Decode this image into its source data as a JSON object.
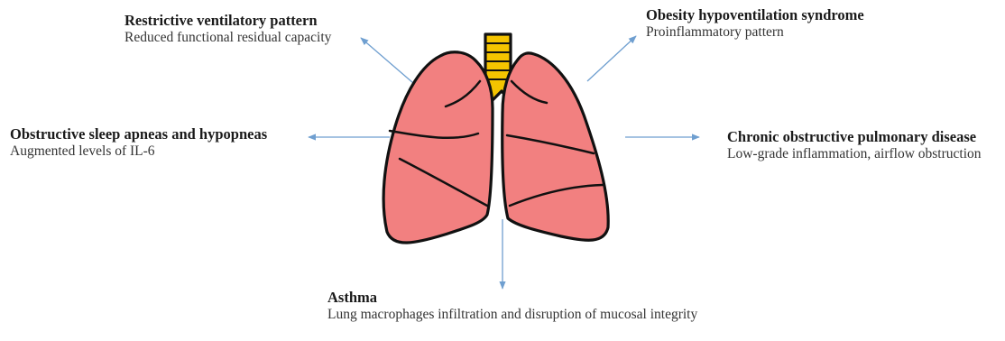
{
  "diagram": {
    "nodes": [
      {
        "id": "restrictive",
        "title": "Restrictive ventilatory pattern",
        "description": "Reduced functional residual capacity"
      },
      {
        "id": "ohs",
        "title": "Obesity hypoventilation syndrome",
        "description": "Proinflammatory pattern"
      },
      {
        "id": "osa",
        "title": "Obstructive sleep apneas and hypopneas",
        "description": "Augmented levels of IL-6"
      },
      {
        "id": "copd",
        "title": "Chronic obstructive pulmonary disease",
        "description": "Low-grade inflammation, airflow obstruction"
      },
      {
        "id": "asthma",
        "title": "Asthma",
        "description": "Lung macrophages infiltration and disruption of mucosal integrity"
      }
    ],
    "center": "lungs-icon",
    "colors": {
      "lung_fill": "#f28080",
      "outline": "#111111",
      "trachea": "#f5c400",
      "arrow": "#6f9fd0"
    }
  }
}
